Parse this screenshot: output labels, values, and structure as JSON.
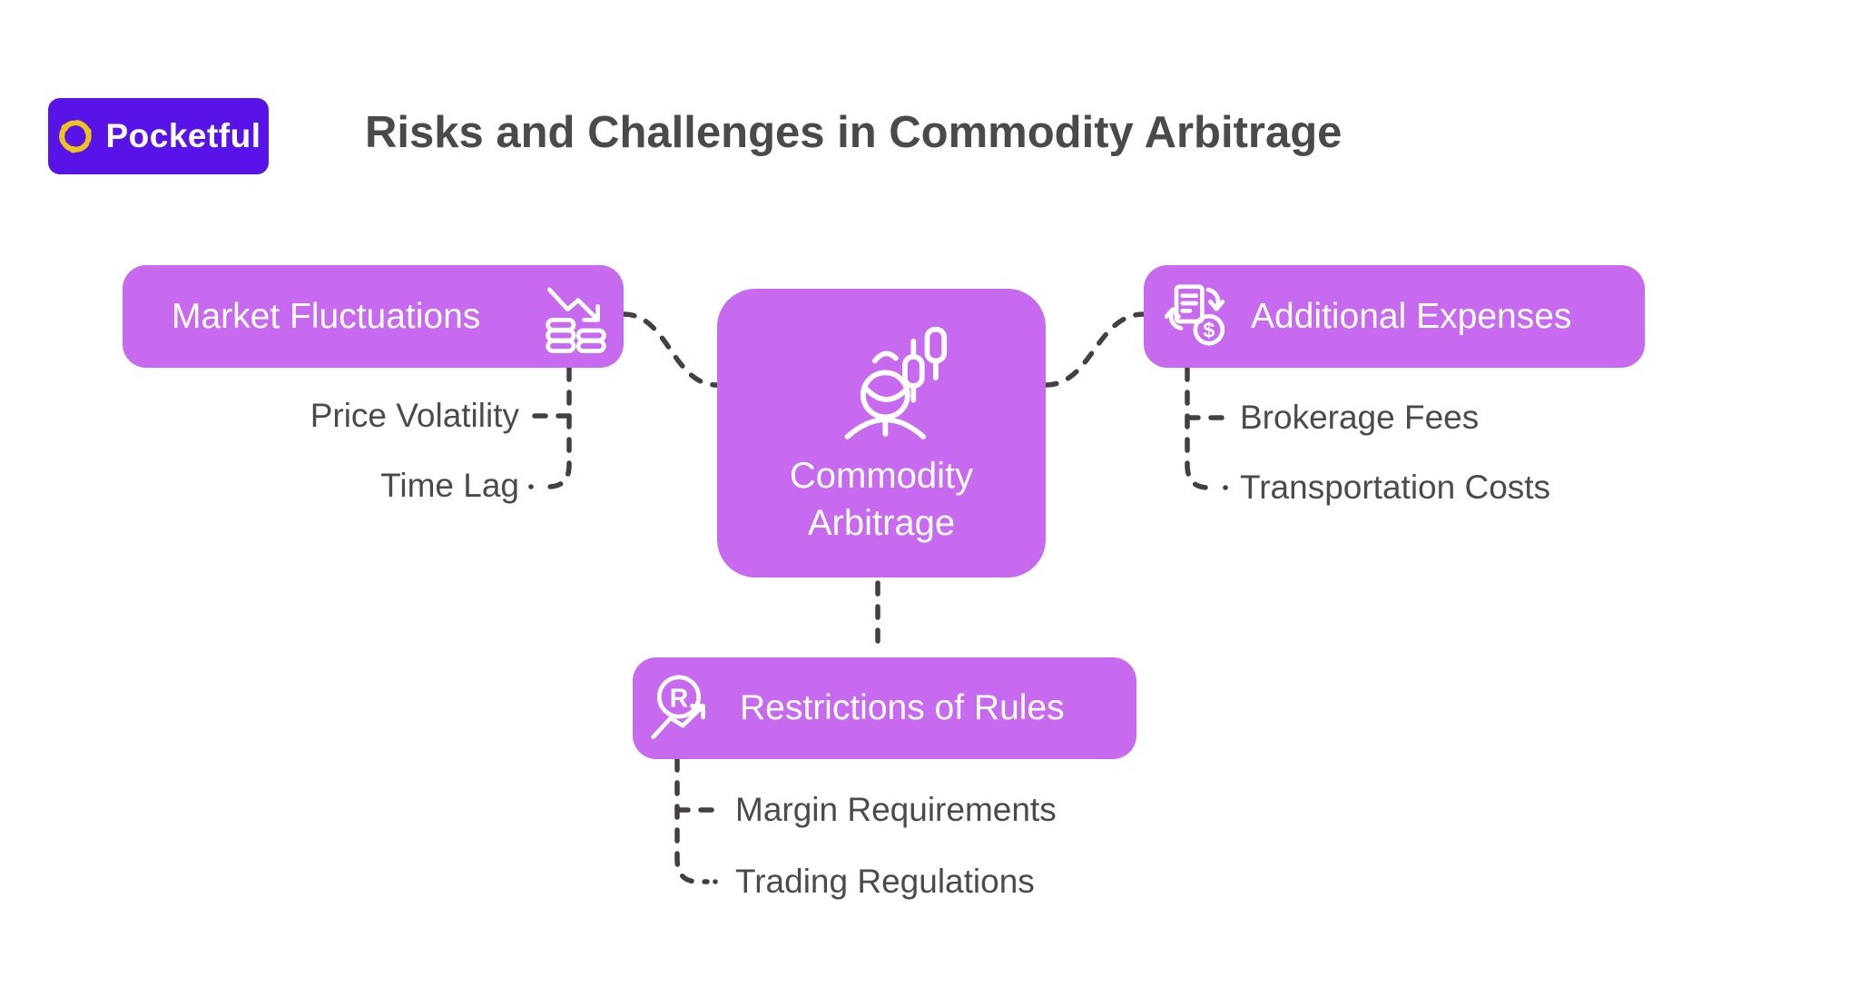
{
  "brand": {
    "name": "Pocketful"
  },
  "header": {
    "title": "Risks and Challenges in Commodity Arbitrage"
  },
  "center": {
    "label": "Commodity Arbitrage"
  },
  "branches": {
    "market_fluctuations": {
      "label": "Market Fluctuations",
      "items": {
        "price_volatility": "Price Volatility",
        "time_lag": "Time Lag"
      }
    },
    "additional_expenses": {
      "label": "Additional Expenses",
      "items": {
        "brokerage_fees": "Brokerage Fees",
        "transportation_costs": "Transportation Costs"
      }
    },
    "restrictions_of_rules": {
      "label": "Restrictions of Rules",
      "items": {
        "margin_requirements": "Margin Requirements",
        "trading_regulations": "Trading Regulations"
      }
    }
  },
  "icons": {
    "brand": "pocketful-flower-icon",
    "market_fluctuations": "coins-decline-arrow-icon",
    "additional_expenses": "invoice-money-exchange-icon",
    "center": "trader-candlestick-icon",
    "restrictions_of_rules": "circled-r-trend-arrow-icon"
  },
  "colors": {
    "node": "#c76aef",
    "badge": "#5713e8",
    "logo_yellow": "#ecc41c",
    "text": "#4a4a4a",
    "connector": "#433f43"
  }
}
